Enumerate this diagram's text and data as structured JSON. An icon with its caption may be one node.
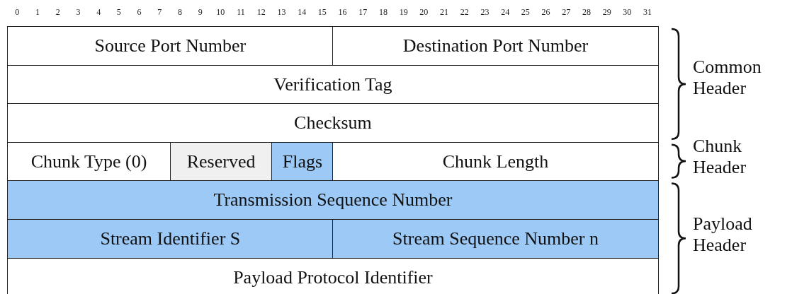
{
  "diagram": {
    "nodes": [
      {
        "text": [
          "Source Port Number"
        ]
      },
      {
        "text": [
          "Destination Port Number"
        ]
      },
      {
        "text": [
          "Verification Tag"
        ]
      },
      {
        "text": [
          "Checksum"
        ]
      },
      {
        "text": [
          "Chunk Type (0)"
        ]
      },
      {
        "text": [
          "Reserved"
        ]
      },
      {
        "text": [
          "Flags"
        ]
      },
      {
        "text": [
          "Chunk Length"
        ]
      },
      {
        "text": [
          "Transmission Sequence Number"
        ]
      },
      {
        "text": [
          "Stream Identifier S"
        ]
      },
      {
        "text": [
          "Stream Sequence Number n"
        ]
      },
      {
        "text": [
          "Payload Protocol Identifier"
        ]
      }
    ],
    "edges": [],
    "labels": [
      "0",
      "1",
      "2",
      "3",
      "4",
      "5",
      "6",
      "7",
      "8",
      "9",
      "10",
      "11",
      "12",
      "13",
      "14",
      "15",
      "16",
      "17",
      "18",
      "19",
      "20",
      "21",
      "22",
      "23",
      "24",
      "25",
      "26",
      "27",
      "28",
      "29",
      "30",
      "31",
      "Common Header",
      "Chunk Header",
      "Payload Header"
    ]
  }
}
